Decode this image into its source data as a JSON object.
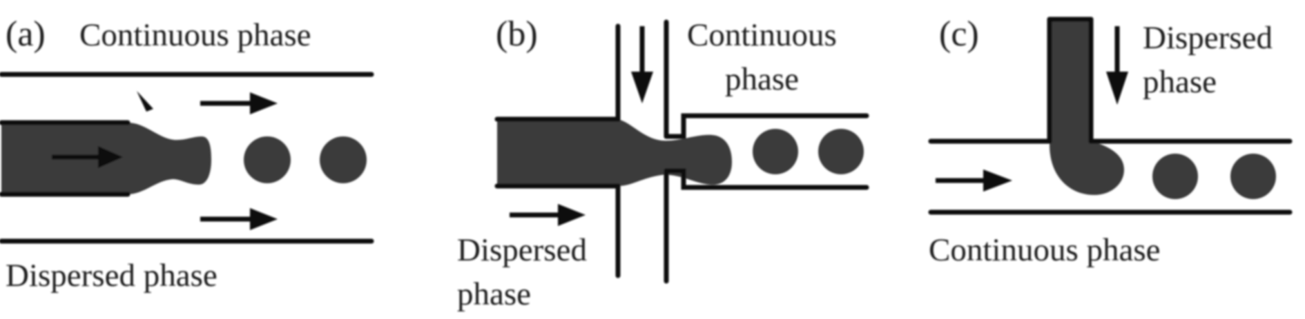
{
  "panels": [
    {
      "id": "a",
      "tag": "(a)",
      "top_label": "Continuous phase",
      "bottom_label": "Dispersed phase"
    },
    {
      "id": "b",
      "tag": "(b)",
      "top_label_line1": "Continuous",
      "top_label_line2": "phase",
      "bottom_label_line1": "Dispersed",
      "bottom_label_line2": "phase"
    },
    {
      "id": "c",
      "tag": "(c)",
      "top_label_line1": "Dispersed",
      "top_label_line2": "phase",
      "bottom_label": "Continuous phase"
    }
  ],
  "colors": {
    "fluid": "#3a3a3a",
    "walls": "#0d0d0d",
    "text": "#1a1a1a"
  }
}
